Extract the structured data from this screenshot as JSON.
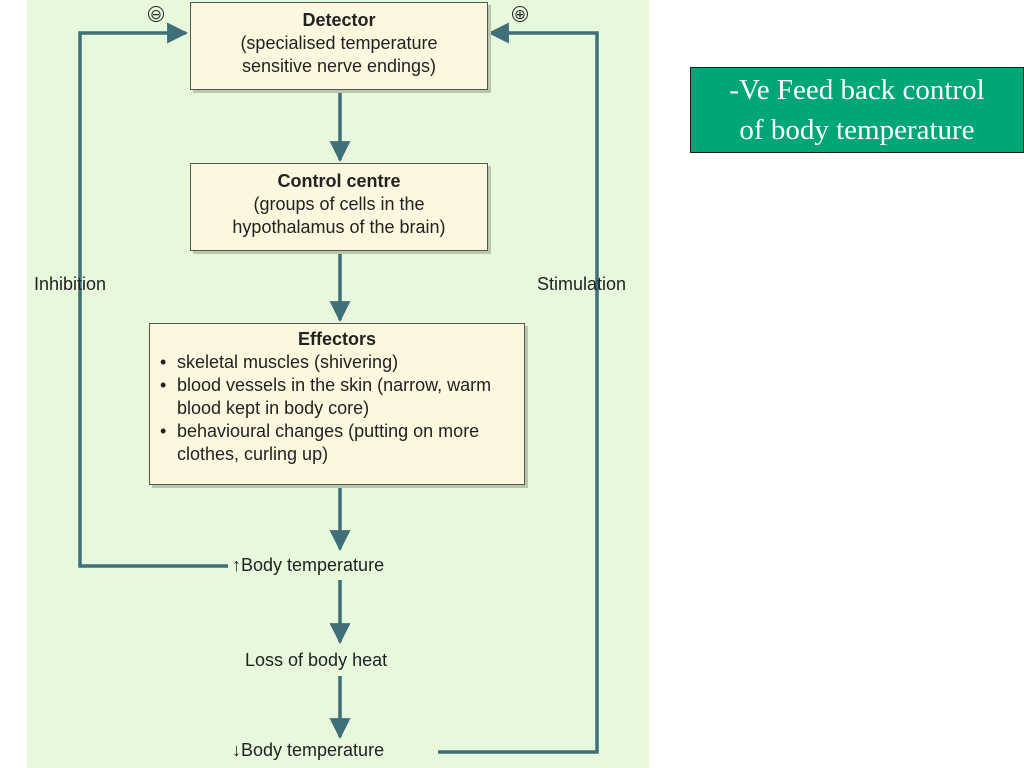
{
  "diagram": {
    "detector": {
      "title": "Detector",
      "line1": "(specialised temperature",
      "line2": "sensitive nerve endings)"
    },
    "control_centre": {
      "title": "Control centre",
      "line1": "(groups of cells in the",
      "line2": "hypothalamus of the brain)"
    },
    "effectors": {
      "title": "Effectors",
      "items": [
        "skeletal muscles (shivering)",
        "blood vessels in the skin (narrow, warm blood kept in body core)",
        "behavioural changes (putting on more clothes, curling up)"
      ]
    },
    "labels": {
      "inhibition": "Inhibition",
      "stimulation": "Stimulation",
      "body_temp_up": "↑Body temperature",
      "loss_of_heat": "Loss of body heat",
      "body_temp_down": "↓Body temperature"
    },
    "signs": {
      "minus": "⊖",
      "plus": "⊕"
    }
  },
  "slide_title": {
    "line1": "-Ve Feed back control",
    "line2": "of body temperature"
  },
  "colors": {
    "panel": "#e8f8dc",
    "box": "#fcf8df",
    "arrow": "#3f6f79",
    "title_bg": "#00a676"
  }
}
